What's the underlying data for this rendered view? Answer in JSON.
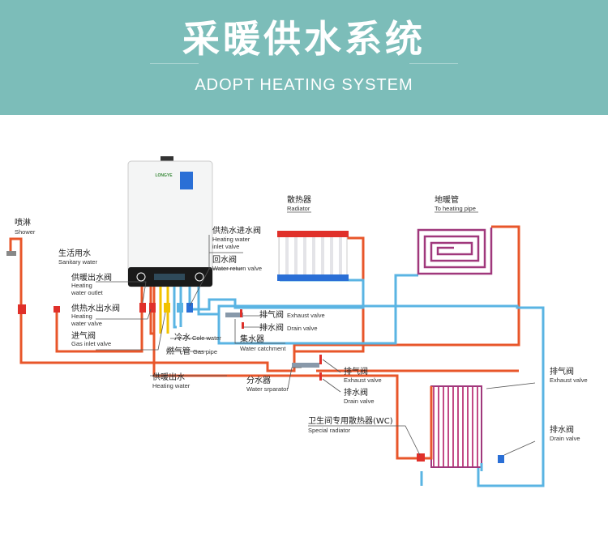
{
  "header": {
    "title_cn": "采暖供水系统",
    "title_en": "ADOPT HEATING SYSTEM"
  },
  "colors": {
    "header_bg": "#7cbdb9",
    "hot_pipe": "#e8562a",
    "cold_pipe": "#5ab4e3",
    "gas_pipe": "#f2c200",
    "floor_pipe": "#a0387c",
    "radiator_top": "#e0302a",
    "radiator_bottom": "#2a6fd6"
  },
  "boiler": {
    "brand": "LONGYE"
  },
  "labels": {
    "shower": {
      "cn": "喷淋",
      "en": "Shower"
    },
    "sanitary_water": {
      "cn": "生活用水",
      "en": "Sanitary water"
    },
    "heating_outlet_valve": {
      "cn": "供暖出水阀",
      "en1": "Heating",
      "en2": "water outlet"
    },
    "hot_water_outlet_valve": {
      "cn": "供热水出水阀",
      "en1": "Heating",
      "en2": "water valve"
    },
    "gas_inlet_valve": {
      "cn": "进气阀",
      "en": "Gas inlet valve"
    },
    "hot_water_inlet_valve": {
      "cn": "供热水进水阀",
      "en1": "Heating water",
      "en2": "inlet valve"
    },
    "return_valve": {
      "cn": "回水阀",
      "en": "Water return valve"
    },
    "cold_water": {
      "cn": "冷水",
      "en": "Cole water"
    },
    "gas_pipe": {
      "cn": "燃气管",
      "en": "Gas pipe"
    },
    "radiator": {
      "cn": "散热器",
      "en": "Radiator"
    },
    "floor_heating": {
      "cn": "地暖管",
      "en": "To heating pipe"
    },
    "exhaust_valve_1": {
      "cn": "排气阀",
      "en": "Exhaust valve"
    },
    "drain_valve_1": {
      "cn": "排水阀",
      "en": "Drain valve"
    },
    "water_catchment": {
      "cn": "集水器",
      "en": "Water catchment"
    },
    "heating_water": {
      "cn": "供暖出水",
      "en": "Heating water"
    },
    "water_separator": {
      "cn": "分水器",
      "en": "Water srparator"
    },
    "exhaust_valve_2": {
      "cn": "排气阀",
      "en": "Exhaust valve"
    },
    "drain_valve_2": {
      "cn": "排水阀",
      "en": "Drain valve"
    },
    "special_radiator": {
      "cn": "卫生间专用散热器(WC)",
      "en": "Special radiator"
    },
    "exhaust_valve_3": {
      "cn": "排气阀",
      "en": "Exhaust valve"
    },
    "drain_valve_3": {
      "cn": "排水阀",
      "en": "Drain valve"
    }
  }
}
